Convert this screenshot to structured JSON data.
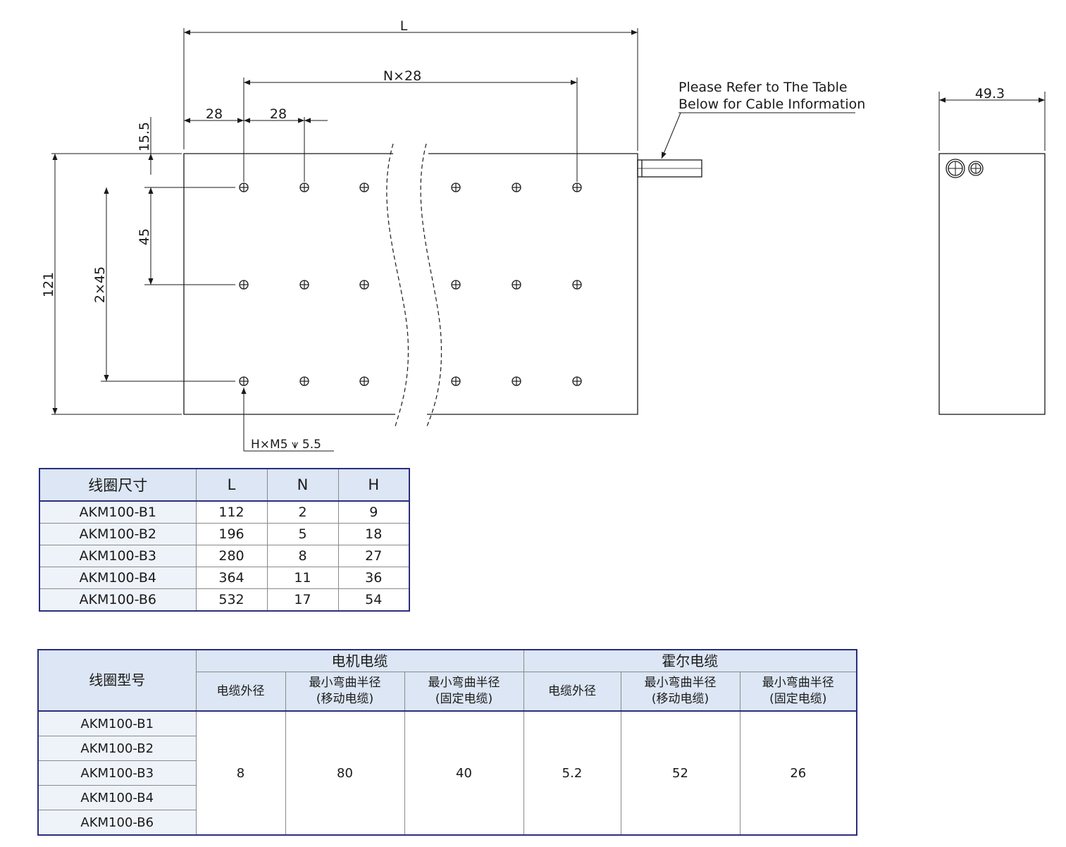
{
  "drawing": {
    "dims": {
      "L": "L",
      "Nx28": "N×28",
      "pitch_left": "28",
      "pitch_next": "28",
      "top_offset": "15.5",
      "row_pitch": "45",
      "rows_total": "2×45",
      "height": "121",
      "side_width": "49.3"
    },
    "cable_note": [
      "Please Refer to The Table",
      "Below for Cable Information"
    ],
    "hole_callout": "H×M5 ⩛ 5.5"
  },
  "size_table": {
    "headers": [
      "线圈尺寸",
      "L",
      "N",
      "H"
    ],
    "rows": [
      [
        "AKM100-B1",
        "112",
        "2",
        "9"
      ],
      [
        "AKM100-B2",
        "196",
        "5",
        "18"
      ],
      [
        "AKM100-B3",
        "280",
        "8",
        "27"
      ],
      [
        "AKM100-B4",
        "364",
        "11",
        "36"
      ],
      [
        "AKM100-B6",
        "532",
        "17",
        "54"
      ]
    ]
  },
  "cable_table": {
    "model_header": "线圈型号",
    "group_motor": "电机电缆",
    "group_hall": "霍尔电缆",
    "sub_od": "电缆外径",
    "sub_bend_line1": "最小弯曲半径",
    "sub_bend_moving": "(移动电缆)",
    "sub_bend_fixed": "(固定电缆)",
    "models": [
      "AKM100-B1",
      "AKM100-B2",
      "AKM100-B3",
      "AKM100-B4",
      "AKM100-B6"
    ],
    "values": [
      "8",
      "80",
      "40",
      "5.2",
      "52",
      "26"
    ]
  }
}
